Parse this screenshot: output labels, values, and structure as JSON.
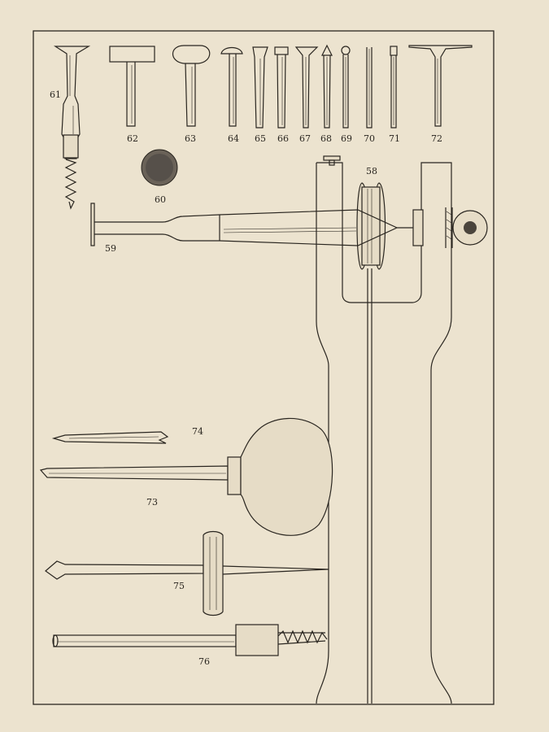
{
  "background_color": "#ece3cf",
  "ink_color": "#2a2620",
  "figures": [
    {
      "id": "fig-61",
      "label": "61"
    },
    {
      "id": "fig-62",
      "label": "62"
    },
    {
      "id": "fig-63",
      "label": "63"
    },
    {
      "id": "fig-64",
      "label": "64"
    },
    {
      "id": "fig-65",
      "label": "65"
    },
    {
      "id": "fig-66",
      "label": "66"
    },
    {
      "id": "fig-67",
      "label": "67"
    },
    {
      "id": "fig-68",
      "label": "68"
    },
    {
      "id": "fig-69",
      "label": "69"
    },
    {
      "id": "fig-70",
      "label": "70"
    },
    {
      "id": "fig-71",
      "label": "71"
    },
    {
      "id": "fig-72",
      "label": "72"
    },
    {
      "id": "fig-60",
      "label": "60"
    },
    {
      "id": "fig-58",
      "label": "58"
    },
    {
      "id": "fig-59",
      "label": "59"
    },
    {
      "id": "fig-74",
      "label": "74"
    },
    {
      "id": "fig-73",
      "label": "73"
    },
    {
      "id": "fig-75",
      "label": "75"
    },
    {
      "id": "fig-76",
      "label": "76"
    }
  ]
}
